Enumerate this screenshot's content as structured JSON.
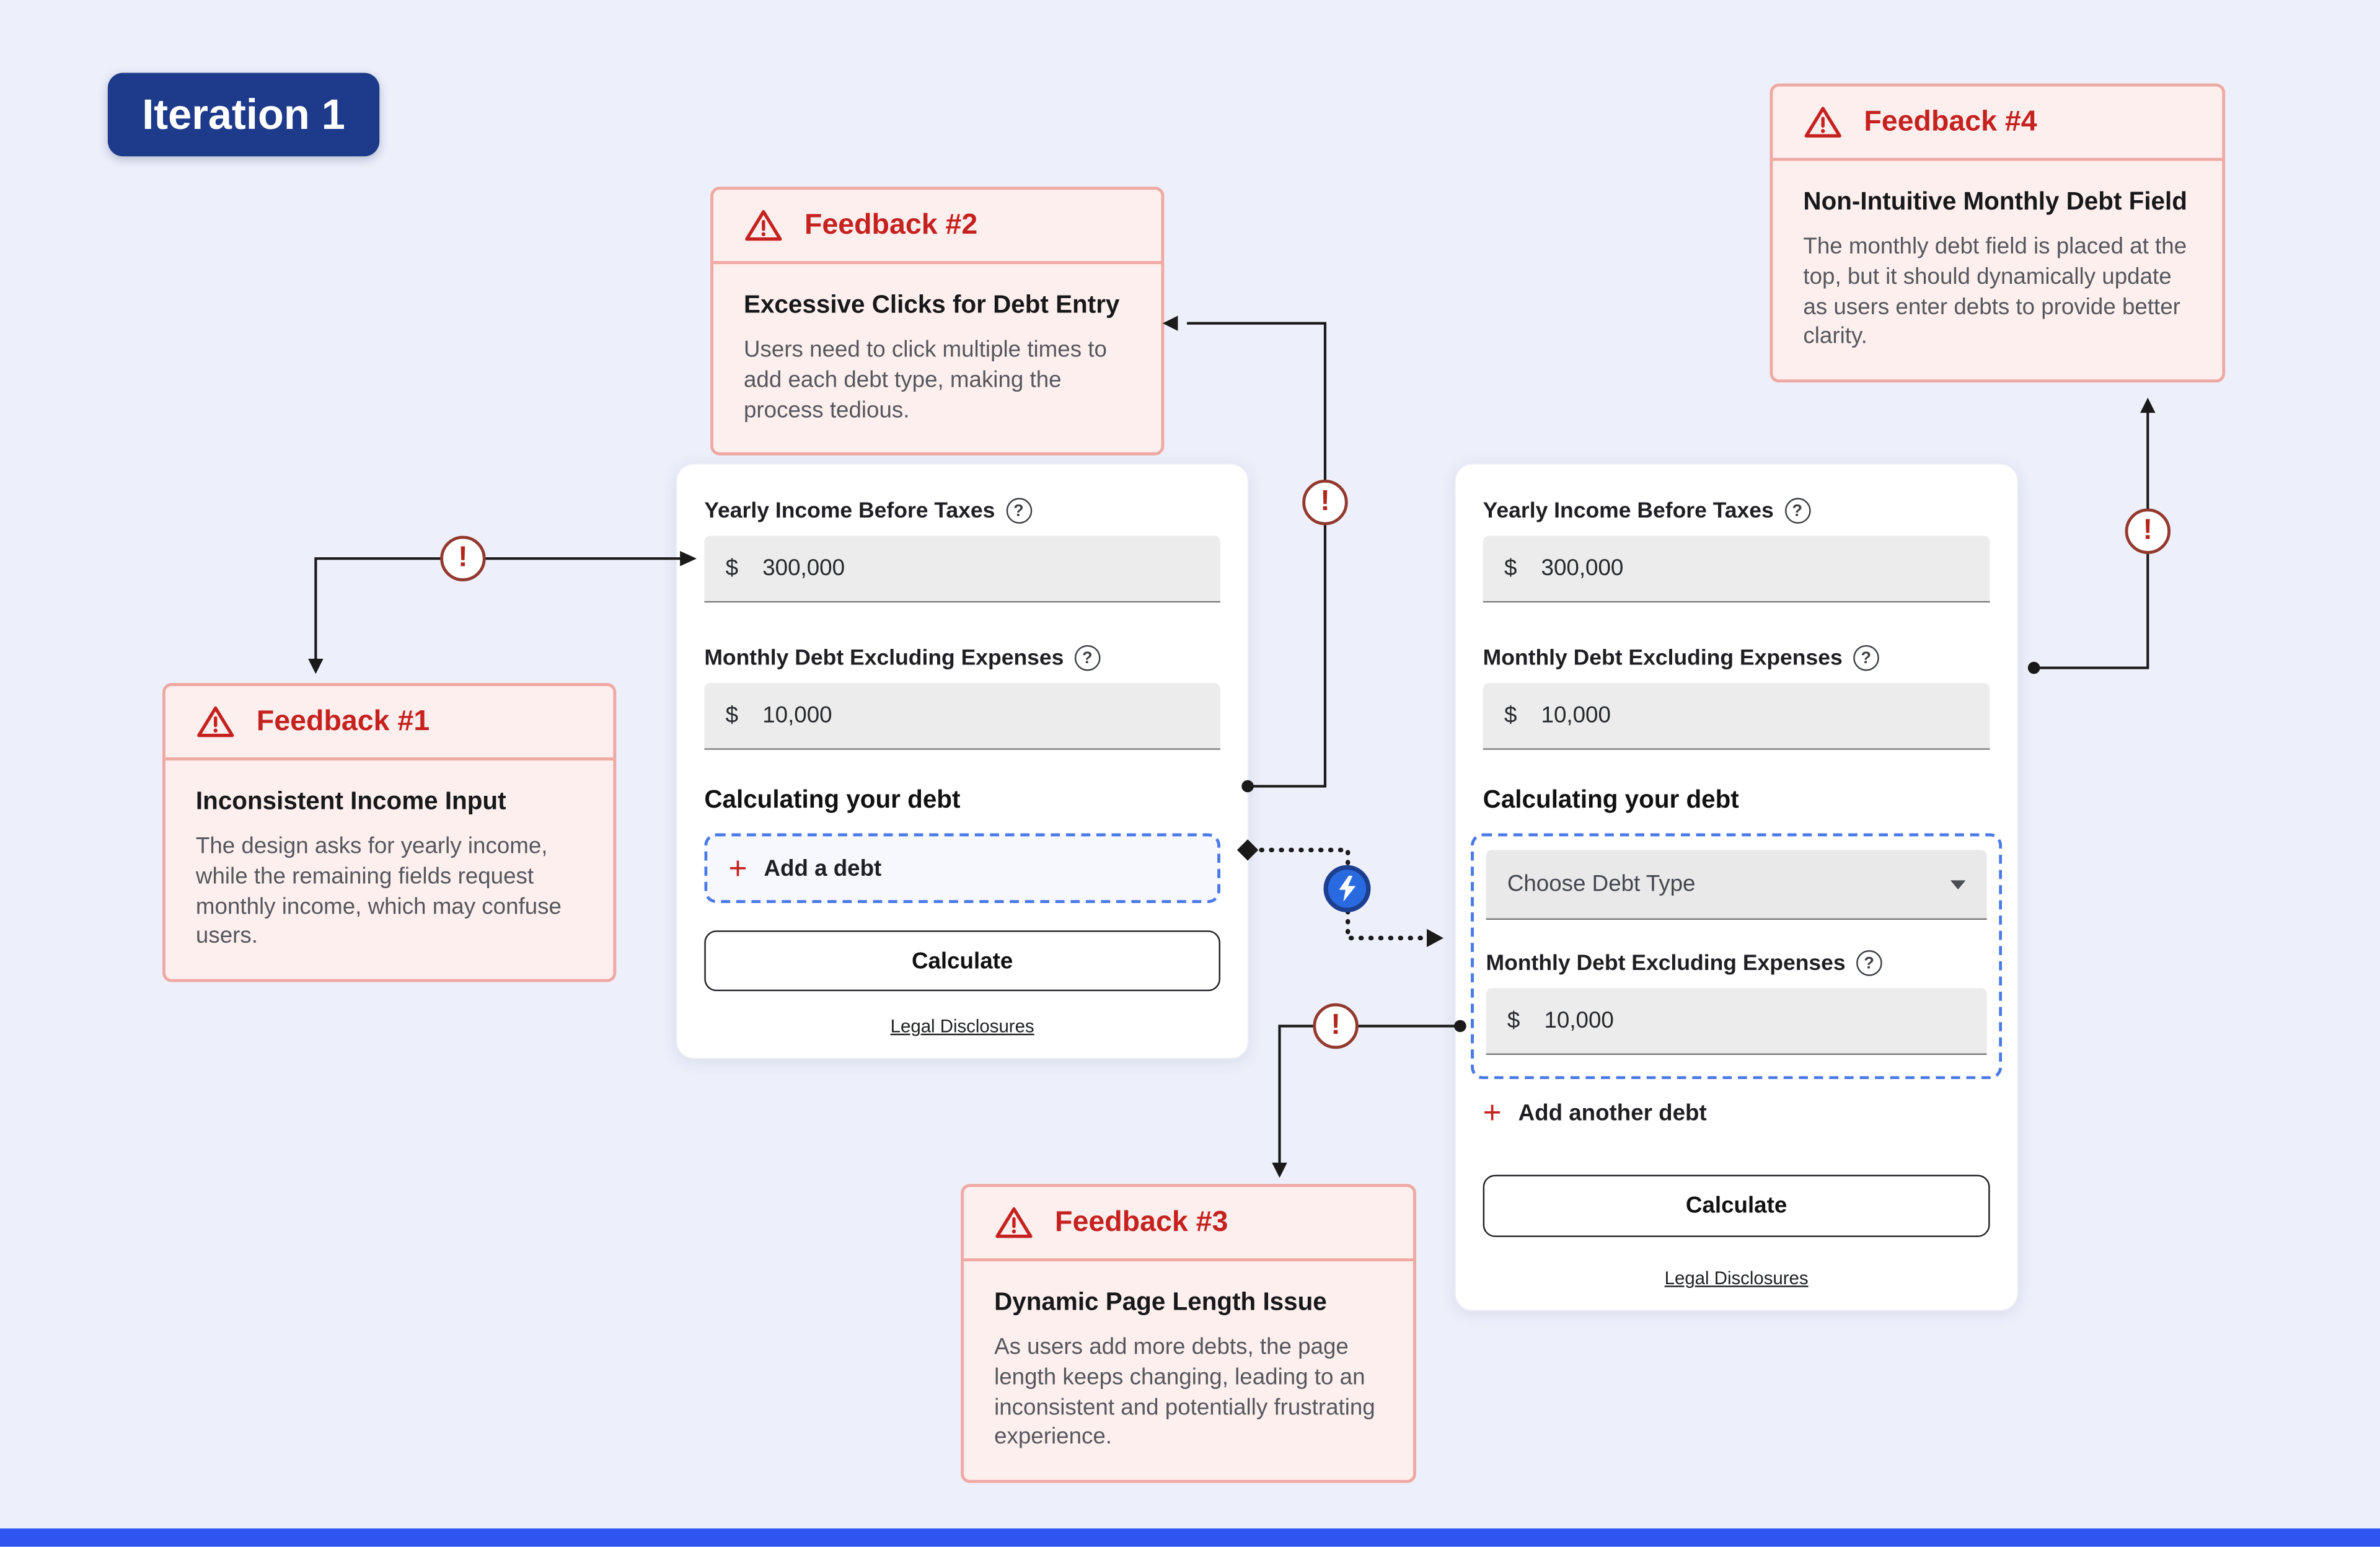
{
  "iteration": {
    "label": "Iteration 1"
  },
  "icons": {
    "help": "?",
    "plus": "+",
    "alert": "!",
    "chevron_down": "▾"
  },
  "colors": {
    "background": "#edf0fb",
    "bottom_bar_blue": "#2e55ef",
    "navy_badge": "#1e3a8a",
    "alert_red": "#c5221f",
    "feedback_bg": "#fdefee",
    "feedback_border": "#efa9a3",
    "dashed_blue": "#4a79e8",
    "lightning_blue": "#2a6ae0"
  },
  "feedback": {
    "f1": {
      "title": "Feedback #1",
      "heading": "Inconsistent Income Input",
      "body": "The design asks for yearly income, while the remaining fields request monthly income, which may confuse users."
    },
    "f2": {
      "title": "Feedback #2",
      "heading": "Excessive Clicks for Debt Entry",
      "body": "Users need to click multiple times to add each debt type, making the process tedious."
    },
    "f3": {
      "title": "Feedback #3",
      "heading": "Dynamic Page Length Issue",
      "body": "As users add more debts, the page length keeps changing, leading to an inconsistent and potentially frustrating experience."
    },
    "f4": {
      "title": "Feedback #4",
      "heading": "Non-Intuitive Monthly Debt Field",
      "body": "The monthly debt field is placed at the top, but it should dynamically update as users enter debts to provide better clarity."
    }
  },
  "left_form": {
    "income_label": "Yearly Income Before Taxes",
    "currency": "$",
    "income_value": "300,000",
    "debt_label": "Monthly Debt Excluding Expenses",
    "debt_value": "10,000",
    "section_heading": "Calculating your debt",
    "add_debt": "Add a debt",
    "calculate": "Calculate",
    "legal": "Legal Disclosures"
  },
  "right_form": {
    "income_label": "Yearly Income Before Taxes",
    "currency": "$",
    "income_value": "300,000",
    "debt_label": "Monthly Debt Excluding Expenses",
    "debt_value": "10,000",
    "section_heading": "Calculating your debt",
    "choose_debt_type": "Choose Debt Type",
    "inner_debt_label": "Monthly Debt Excluding Expenses",
    "inner_debt_value": "10,000",
    "add_another": "Add another debt",
    "calculate": "Calculate",
    "legal": "Legal Disclosures"
  }
}
